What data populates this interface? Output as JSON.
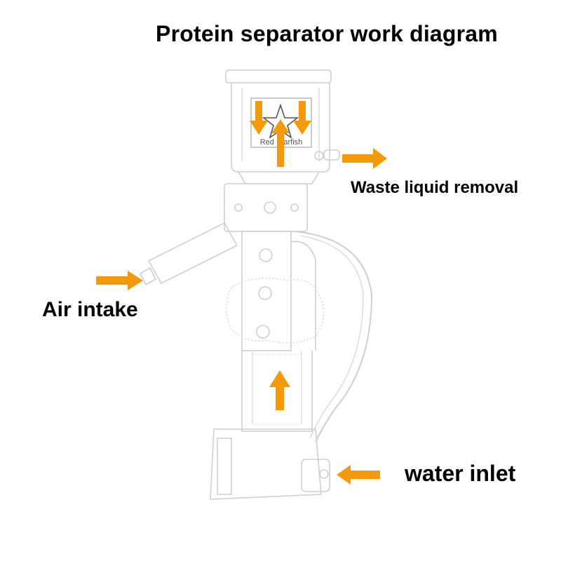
{
  "title": "Protein separator work diagram",
  "labels": {
    "waste": "Waste liquid removal",
    "air": "Air intake",
    "water": "water inlet"
  },
  "logo_text": "Red Starfish",
  "colors": {
    "arrow": "#f39a0b",
    "outline": "#cfcfcf",
    "text": "#000000"
  },
  "arrows": [
    {
      "name": "waste-outflow-arrow",
      "direction": "right"
    },
    {
      "name": "air-intake-arrow",
      "direction": "right"
    },
    {
      "name": "water-inlet-arrow",
      "direction": "left"
    },
    {
      "name": "cup-down-left-arrow",
      "direction": "down"
    },
    {
      "name": "cup-down-right-arrow",
      "direction": "down"
    },
    {
      "name": "cup-up-arrow",
      "direction": "up"
    },
    {
      "name": "chamber-up-arrow",
      "direction": "up"
    }
  ]
}
